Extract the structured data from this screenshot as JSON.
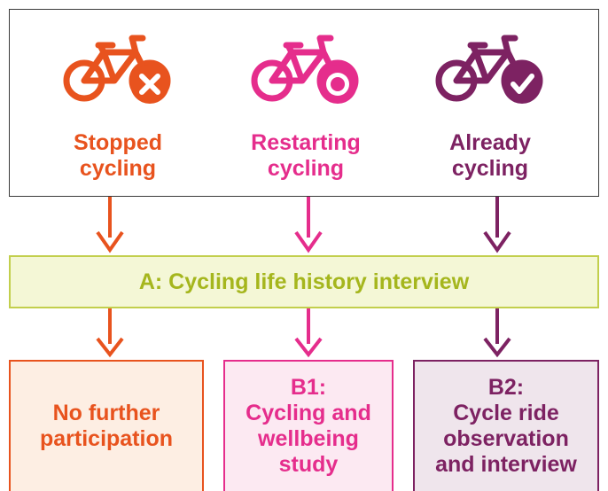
{
  "categories": [
    {
      "key": "stopped",
      "label": "Stopped\ncycling",
      "color": "#e8531e",
      "badge": "cross-icon"
    },
    {
      "key": "restarting",
      "label": "Restarting\ncycling",
      "color": "#e52d8c",
      "badge": "target-icon"
    },
    {
      "key": "already",
      "label": "Already\ncycling",
      "color": "#7d2262",
      "badge": "check-icon"
    }
  ],
  "interview": {
    "label": "A: Cycling life history interview",
    "text_color": "#a5b61d",
    "fill": "#f4f7d6",
    "border": "#c2cf4c"
  },
  "outcomes": [
    {
      "label": "No further\nparticipation",
      "color": "#e8531e",
      "fill": "#fdeee3"
    },
    {
      "label": "B1:\nCycling and\nwellbeing\nstudy",
      "color": "#e52d8c",
      "fill": "#fce9f2"
    },
    {
      "label": "B2:\nCycle ride\nobservation\nand interview",
      "color": "#7d2262",
      "fill": "#efe5ec"
    }
  ]
}
